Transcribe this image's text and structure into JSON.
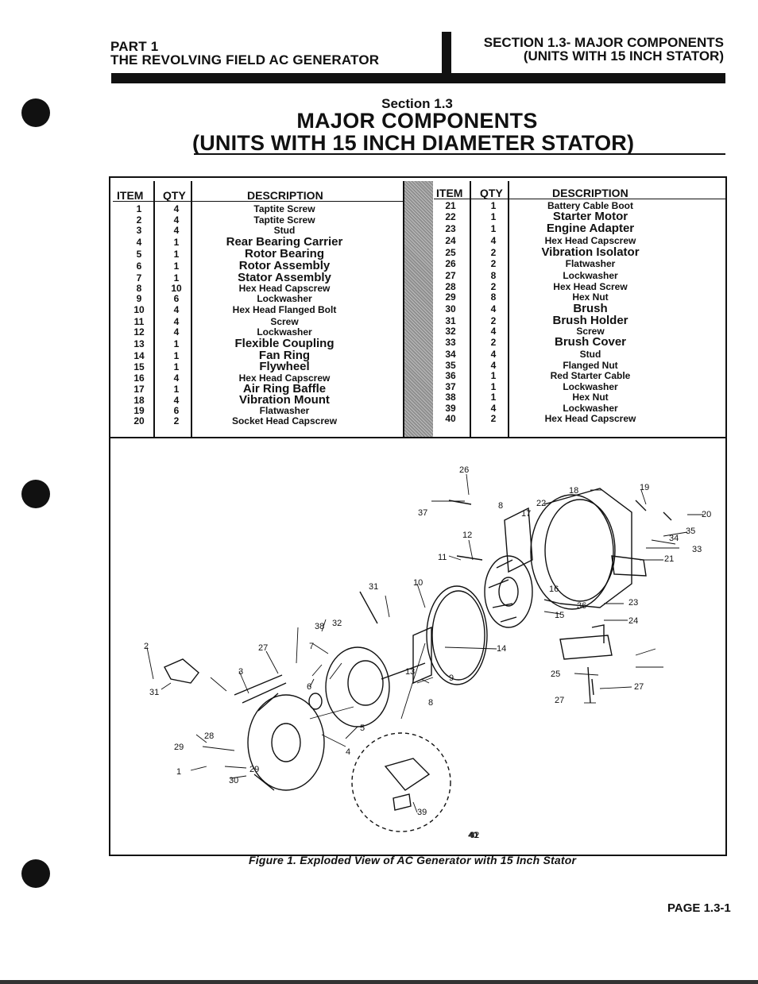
{
  "header": {
    "part": "PART 1",
    "subtitle": "THE REVOLVING FIELD AC GENERATOR",
    "section_line1": "SECTION 1.3- MAJOR COMPONENTS",
    "section_line2": "(UNITS WITH 15 INCH STATOR)"
  },
  "title": {
    "section": "Section 1.3",
    "line1": "MAJOR COMPONENTS",
    "line2": "(UNITS WITH 15 INCH DIAMETER STATOR)"
  },
  "table": {
    "headers": {
      "item": "ITEM",
      "qty": "QTY",
      "description": "DESCRIPTION"
    },
    "left": [
      {
        "item": "1",
        "qty": "4",
        "desc": "Taptite Screw"
      },
      {
        "item": "2",
        "qty": "4",
        "desc": "Taptite Screw"
      },
      {
        "item": "3",
        "qty": "4",
        "desc": "Stud"
      },
      {
        "item": "4",
        "qty": "1",
        "desc": "Rear Bearing Carrier"
      },
      {
        "item": "5",
        "qty": "1",
        "desc": "Rotor Bearing"
      },
      {
        "item": "6",
        "qty": "1",
        "desc": "Rotor Assembly"
      },
      {
        "item": "7",
        "qty": "1",
        "desc": "Stator Assembly"
      },
      {
        "item": "8",
        "qty": "10",
        "desc": "Hex Head Capscrew"
      },
      {
        "item": "9",
        "qty": "6",
        "desc": "Lockwasher"
      },
      {
        "item": "10",
        "qty": "4",
        "desc": "Hex Head Flanged Bolt"
      },
      {
        "item": "11",
        "qty": "4",
        "desc": "Screw"
      },
      {
        "item": "12",
        "qty": "4",
        "desc": "Lockwasher"
      },
      {
        "item": "13",
        "qty": "1",
        "desc": "Flexible Coupling"
      },
      {
        "item": "14",
        "qty": "1",
        "desc": "Fan Ring"
      },
      {
        "item": "15",
        "qty": "1",
        "desc": "Flywheel"
      },
      {
        "item": "16",
        "qty": "4",
        "desc": "Hex Head Capscrew"
      },
      {
        "item": "17",
        "qty": "1",
        "desc": "Air Ring Baffle"
      },
      {
        "item": "18",
        "qty": "4",
        "desc": "Vibration Mount"
      },
      {
        "item": "19",
        "qty": "6",
        "desc": "Flatwasher"
      },
      {
        "item": "20",
        "qty": "2",
        "desc": "Socket Head Capscrew"
      }
    ],
    "right": [
      {
        "item": "21",
        "qty": "1",
        "desc": "Battery Cable Boot"
      },
      {
        "item": "22",
        "qty": "1",
        "desc": "Starter Motor"
      },
      {
        "item": "23",
        "qty": "1",
        "desc": "Engine Adapter"
      },
      {
        "item": "24",
        "qty": "4",
        "desc": "Hex Head Capscrew"
      },
      {
        "item": "25",
        "qty": "2",
        "desc": "Vibration Isolator"
      },
      {
        "item": "26",
        "qty": "2",
        "desc": "Flatwasher"
      },
      {
        "item": "27",
        "qty": "8",
        "desc": "Lockwasher"
      },
      {
        "item": "28",
        "qty": "2",
        "desc": "Hex Head Screw"
      },
      {
        "item": "29",
        "qty": "8",
        "desc": "Hex Nut"
      },
      {
        "item": "30",
        "qty": "4",
        "desc": "Brush"
      },
      {
        "item": "31",
        "qty": "2",
        "desc": "Brush Holder"
      },
      {
        "item": "32",
        "qty": "4",
        "desc": "Screw"
      },
      {
        "item": "33",
        "qty": "2",
        "desc": "Brush Cover"
      },
      {
        "item": "34",
        "qty": "4",
        "desc": "Stud"
      },
      {
        "item": "35",
        "qty": "4",
        "desc": "Flanged Nut"
      },
      {
        "item": "36",
        "qty": "1",
        "desc": "Red Starter Cable"
      },
      {
        "item": "37",
        "qty": "1",
        "desc": "Lockwasher"
      },
      {
        "item": "38",
        "qty": "1",
        "desc": "Hex Nut"
      },
      {
        "item": "39",
        "qty": "4",
        "desc": "Lockwasher"
      },
      {
        "item": "40",
        "qty": "2",
        "desc": "Hex Head Capscrew"
      }
    ]
  },
  "diagram_labels": [
    "1",
    "2",
    "3",
    "4",
    "5",
    "6",
    "7",
    "8",
    "8",
    "9",
    "10",
    "11",
    "12",
    "13",
    "14",
    "15",
    "16",
    "17",
    "18",
    "19",
    "20",
    "21",
    "22",
    "23",
    "24",
    "25",
    "26",
    "27",
    "27",
    "27",
    "28",
    "29",
    "29",
    "30",
    "31",
    "31",
    "32",
    "33",
    "34",
    "35",
    "36",
    "37",
    "38",
    "39",
    "40",
    "41",
    "42"
  ],
  "caption": "Figure 1. Exploded View of  AC Generator  with 15 Inch Stator",
  "footer": {
    "page": "PAGE 1.3-1"
  }
}
